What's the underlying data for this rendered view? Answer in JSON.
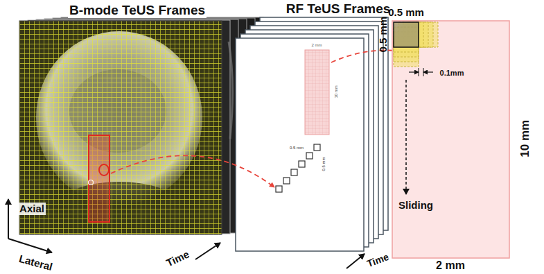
{
  "diagram": {
    "nodes": [
      {
        "text": [
          "Sliding"
        ]
      }
    ],
    "labels": [
      "B-mode TeUS Frames",
      "Axial",
      "Lateral",
      "Time",
      "RF TeUS Frames",
      "2 mm",
      "10 mm",
      "0.5 mm",
      "0.5 mm",
      "Time",
      "0.5 mm",
      "0.5 mm",
      "0.1mm",
      "10 mm",
      "2 mm"
    ]
  }
}
